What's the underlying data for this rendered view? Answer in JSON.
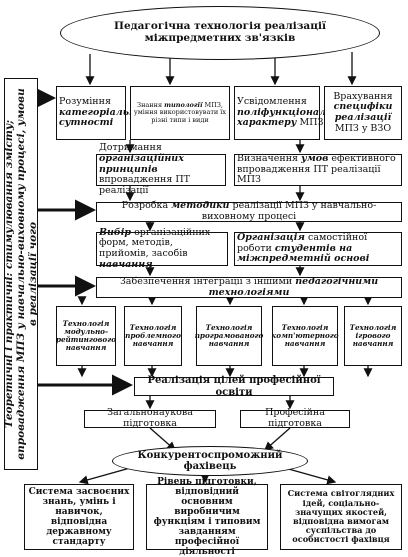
{
  "top": {
    "line1": "Педагогічна технологія реалізації",
    "line2": "міжпредметних зв'язків"
  },
  "side": {
    "text": "Теоретичні і практичні: стимулювання змісту; впровадження МПЗ у навчально-виховному процесі, умови в реалізації чого"
  },
  "row1": [
    {
      "pre": "Розуміння ",
      "em": "категоріальної сутності",
      "post": ""
    },
    {
      "pre": "Знання ",
      "em": "типології",
      "post": " МПЗ, уміння використовувати їх різні типи і види"
    },
    {
      "pre": "Усвідомлення ",
      "em": "поліфункціонального характеру",
      "post": " МПЗ"
    },
    {
      "pre": "Врахування ",
      "em": "специфіки реалізації",
      "post": " МПЗ у ВЗО"
    }
  ],
  "row2": [
    {
      "pre": "Дотримання ",
      "em": "організаційних принципів",
      "post": " впровадження ПТ реалізації"
    },
    {
      "pre": "Визначення ",
      "em": "умов",
      "post": " ефективного впровадження ПТ реалізації МПЗ"
    }
  ],
  "method": {
    "pre": "Розробка ",
    "em": "методики",
    "post": " реалізації МПЗ у навчально-виховному процесі"
  },
  "row3": [
    {
      "pre": "",
      "em": "Вибір",
      "post": " організаційних форм, методів, прийомів, засобів ",
      "em2": "навчання"
    },
    {
      "pre": "",
      "em": "Організація",
      "post": " самостійної роботи ",
      "em2": "студентів на міжпредметній основі"
    }
  ],
  "integration": {
    "pre": "Забезпечення інтеграції з іншими ",
    "em": "педагогічними технологіями"
  },
  "techs": [
    "Технологія модульно-рейтингового навчання",
    "Технологія проблемного навчання",
    "Технологія програмованого навчання",
    "Технологія комп'ютерного навчання",
    "Технологія ігрового навчання"
  ],
  "goals": {
    "text": "Реалізація цілей професійної освіти"
  },
  "prep": [
    "Загальнонаукова підготовка",
    "Професійна підготовка"
  ],
  "outcome": {
    "text": "Конкурентоспроможний фахівець"
  },
  "bottom": [
    "Система засвоєних знань, умінь і навичок, відповідна державному стандарту",
    "Рівень підготовки, відповідний основним виробничим функціям і типовим завданням професійної діяльності",
    "Система світоглядних ідей, соціально-значущих якостей, відповідна вимогам суспільства до особистості фахівця"
  ]
}
